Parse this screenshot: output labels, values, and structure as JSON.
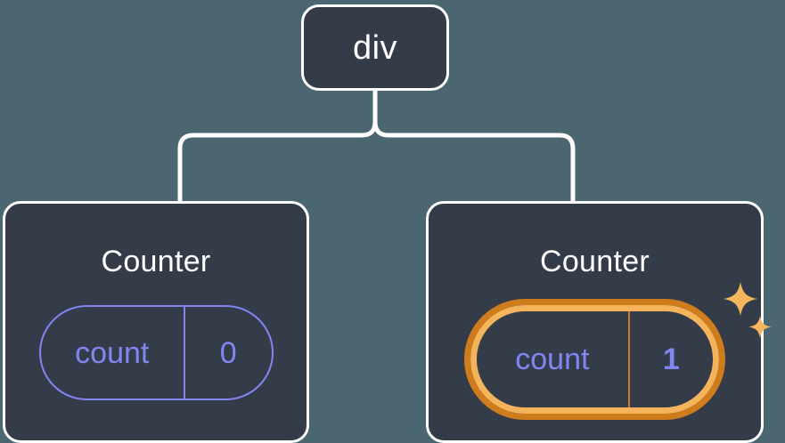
{
  "diagram": {
    "type": "component-tree",
    "background_color": "#4a6670",
    "node_fill_color": "#343b49",
    "node_border_color": "#ffffff",
    "state_color": "#8186f0",
    "highlight_outer_color": "#cf7c1d",
    "highlight_inner_color": "#f3b45c",
    "root": {
      "label": "div"
    },
    "children": [
      {
        "title": "Counter",
        "state": {
          "key": "count",
          "value": "0"
        },
        "highlighted": false,
        "sparkle": false
      },
      {
        "title": "Counter",
        "state": {
          "key": "count",
          "value": "1"
        },
        "highlighted": true,
        "sparkle": true,
        "sparkle_icons": [
          "sparkle-large",
          "sparkle-small"
        ]
      }
    ]
  }
}
